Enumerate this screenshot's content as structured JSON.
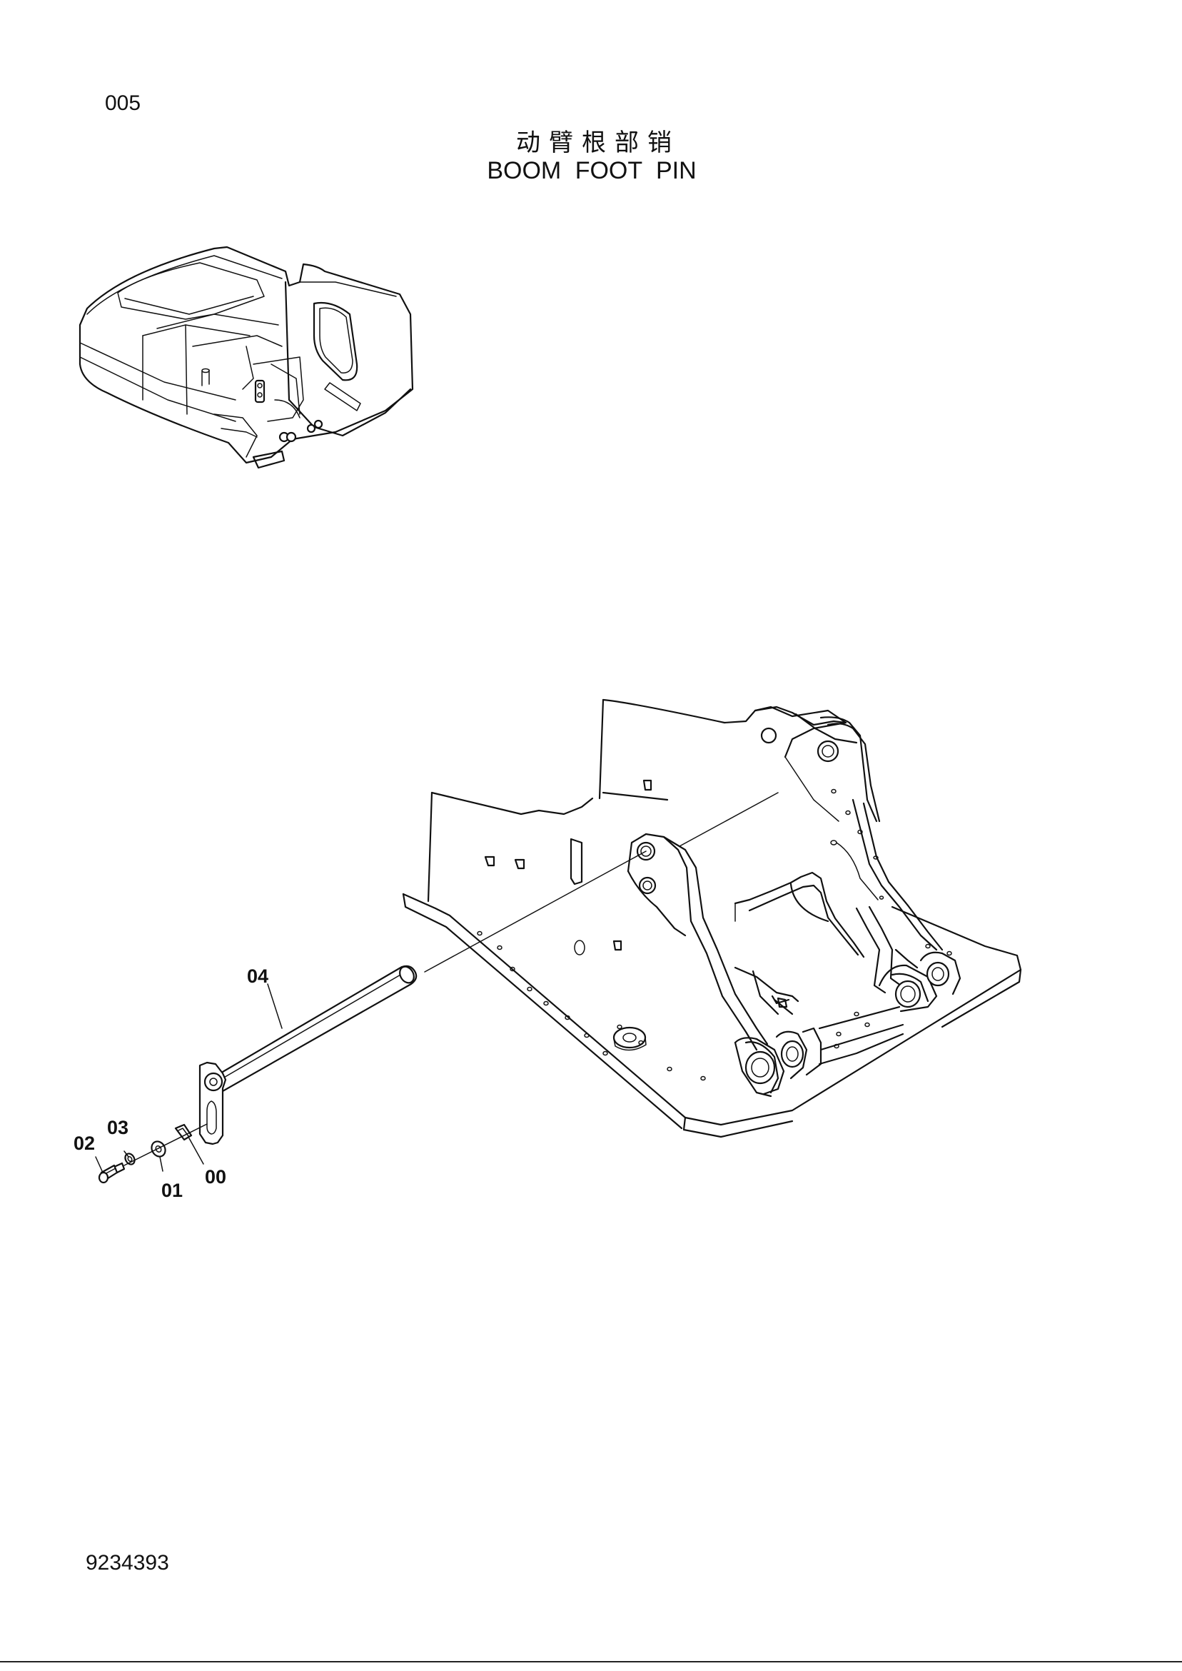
{
  "header": {
    "page_number": "005",
    "title_cn": "动臂根部销",
    "title_en": "BOOM FOOT PIN"
  },
  "callouts": {
    "c04": "04",
    "c03": "03",
    "c02": "02",
    "c01": "01",
    "c00": "00"
  },
  "footer": {
    "document_number": "9234393"
  }
}
